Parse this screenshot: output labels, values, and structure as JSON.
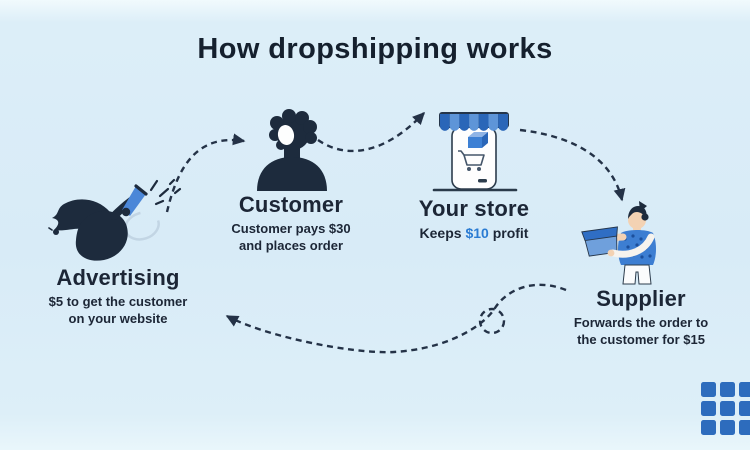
{
  "title": "How dropshipping works",
  "steps": [
    {
      "id": "advertising",
      "icon": "megaphone-person-icon",
      "label": "Advertising",
      "desc_line1": "$5 to get the customer",
      "desc_line2": "on your website"
    },
    {
      "id": "customer",
      "icon": "customer-silhouette-icon",
      "label": "Customer",
      "desc_line1": "Customer pays $30",
      "desc_line2": "and places order"
    },
    {
      "id": "your-store",
      "icon": "storefront-phone-icon",
      "label": "Your store",
      "desc_prefix": "Keeps",
      "desc_amount": "$10",
      "desc_suffix": "profit"
    },
    {
      "id": "supplier",
      "icon": "supplier-package-icon",
      "label": "Supplier",
      "desc_line1": "Forwards the order to",
      "desc_line2": "the customer for $15"
    }
  ],
  "arrows": [
    {
      "name": "advertising-to-customer"
    },
    {
      "name": "customer-to-store"
    },
    {
      "name": "store-to-supplier"
    },
    {
      "name": "supplier-to-advertising"
    }
  ],
  "branding": {
    "logo": "blue-grid-logo",
    "grid": "3x3"
  },
  "colors": {
    "background": "#d9ecf7",
    "ink": "#1c2636",
    "accent_blue": "#2b7cd3",
    "figure_navy": "#1d2b3d",
    "mid_blue": "#5e95d8",
    "logo_blue": "#2d6cbd",
    "arrow": "#243247"
  }
}
